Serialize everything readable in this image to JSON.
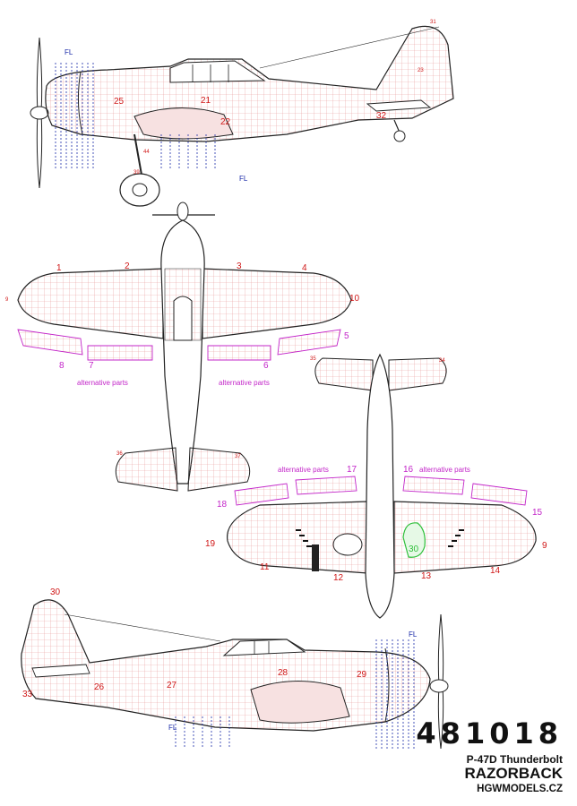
{
  "product": {
    "code": "481018",
    "model": "P-47D Thunderbolt",
    "variant": "RAZORBACK",
    "website": "HGWMODELS.CZ"
  },
  "labels": {
    "fl": "FL",
    "alternative_parts": "alternative parts"
  },
  "parts": {
    "p1": "1",
    "p2": "2",
    "p3": "3",
    "p4": "4",
    "p5": "5",
    "p6": "6",
    "p7": "7",
    "p8": "8",
    "p9": "9",
    "p10": "10",
    "p11": "11",
    "p12": "12",
    "p13": "13",
    "p14": "14",
    "p15": "15",
    "p16": "16",
    "p17": "17",
    "p18": "18",
    "p19": "19",
    "p21": "21",
    "p22": "22",
    "p23": "23",
    "p25": "25",
    "p26": "26",
    "p27": "27",
    "p28": "28",
    "p29": "29",
    "p30": "30",
    "p30g": "30",
    "p31": "31",
    "p32": "32",
    "p33": "33",
    "p34": "34",
    "p35": "35",
    "p36": "36",
    "p37": "37",
    "p39": "39",
    "p44": "44"
  },
  "colors": {
    "outline": "#222222",
    "panel_lines": "#e08a8a",
    "part_numbers": "#d01818",
    "fl_markers": "#1a2aa8",
    "alternative_parts": "#c326c9",
    "part_30_highlight": "#2fbf3a"
  }
}
